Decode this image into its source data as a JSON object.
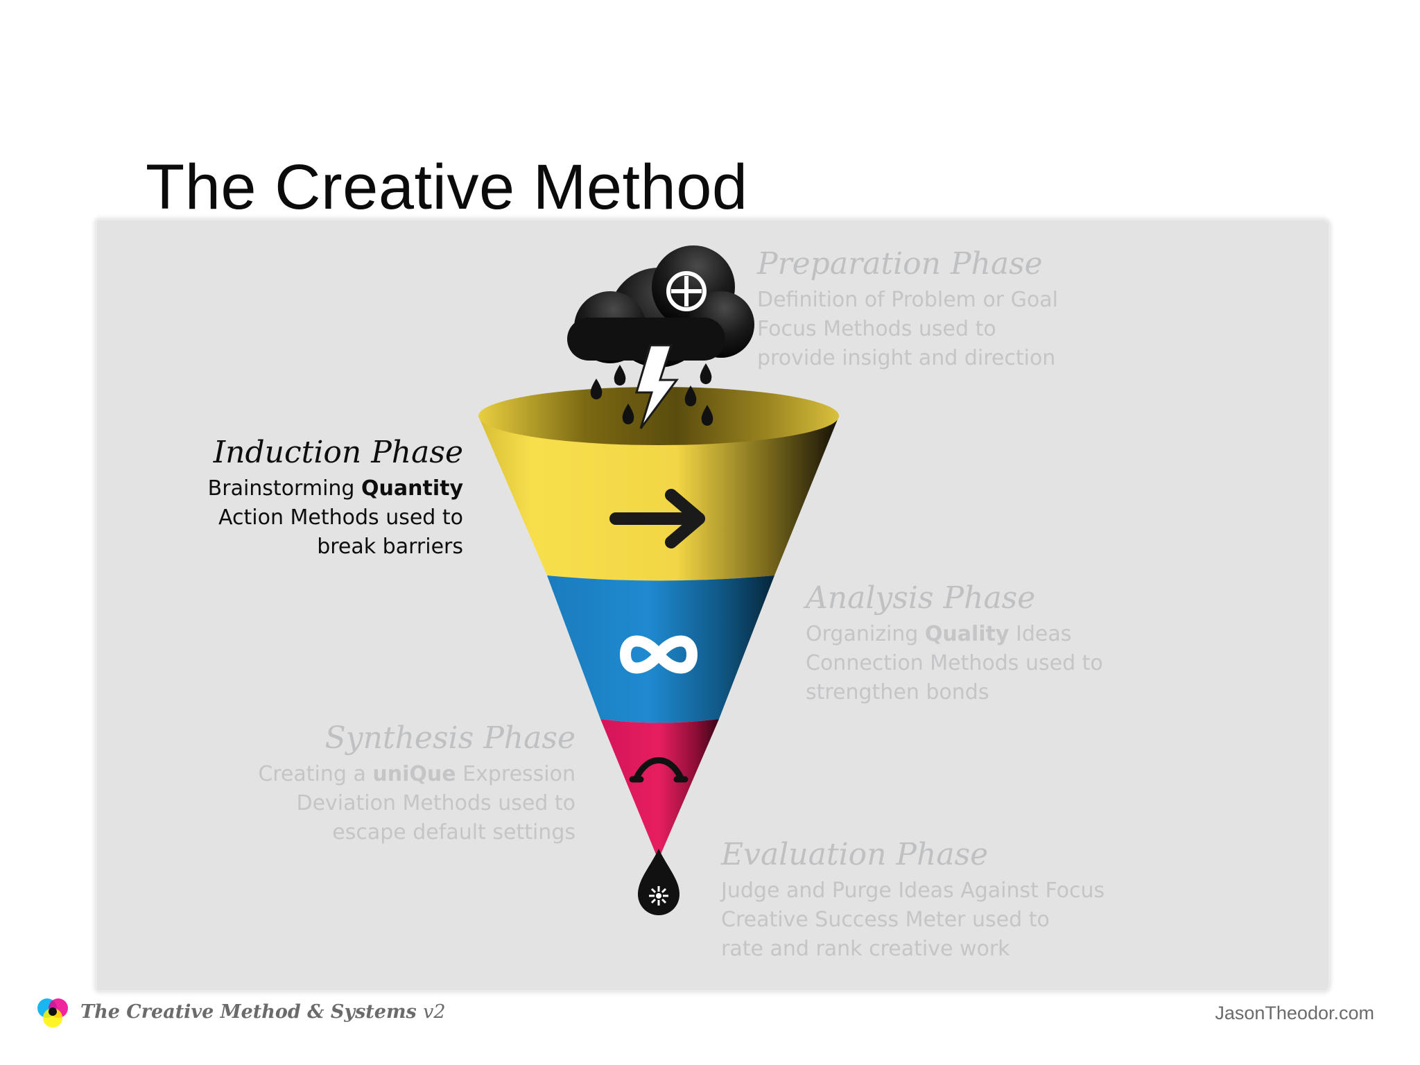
{
  "title": "The Creative Method",
  "phases": {
    "preparation": {
      "name": "Preparation Phase",
      "lines": [
        "Definition of Problem or Goal",
        "Focus Methods used to",
        "provide insight and direction"
      ],
      "icon": "storm-cloud-crosshair-icon"
    },
    "induction": {
      "name": "Induction Phase",
      "line1_pre": "Brainstorming ",
      "line1_bold": "Quantity",
      "lines": [
        "Action Methods used to",
        "break barriers"
      ],
      "icon": "arrow-right-icon",
      "color": "#f6dc45"
    },
    "analysis": {
      "name": "Analysis Phase",
      "line1_pre": "Organizing ",
      "line1_bold": "Quality",
      "line1_post": " Ideas",
      "lines": [
        "Connection Methods used to",
        "strengthen bonds"
      ],
      "icon": "infinity-icon",
      "color": "#1f86c6"
    },
    "synthesis": {
      "name": "Synthesis Phase",
      "line1_pre": "Creating a ",
      "line1_bold": "uniQue",
      "line1_post": " Expression",
      "lines": [
        "Deviation Methods used to",
        "escape default settings"
      ],
      "icon": "deviation-curve-icon",
      "color": "#e2195a"
    },
    "evaluation": {
      "name": "Evaluation Phase",
      "lines": [
        "Judge and Purge Ideas Against Focus",
        "Creative Success Meter used to",
        "rate and rank creative work"
      ],
      "icon": "drop-meter-icon"
    }
  },
  "footer": {
    "title": "The Creative Method & Systems",
    "version": "v2",
    "site": "JasonTheodor.com",
    "logo": "cmy-circles-logo"
  }
}
